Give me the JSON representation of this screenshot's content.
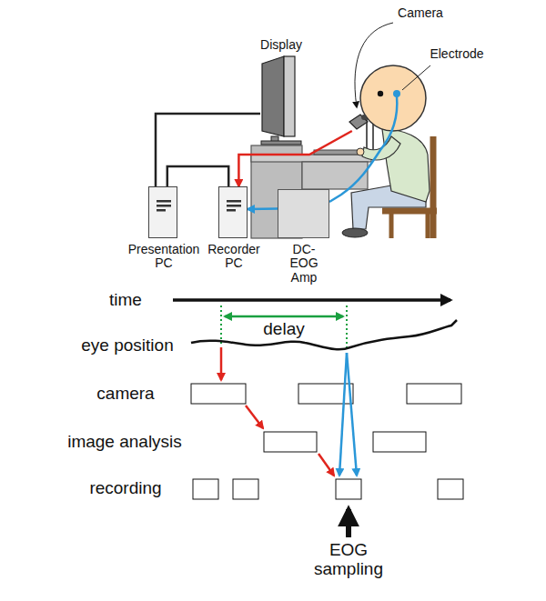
{
  "diagram": {
    "nodes": [
      {
        "text": [
          "Display"
        ]
      },
      {
        "text": [
          "Camera"
        ]
      },
      {
        "text": [
          "Presentation PC"
        ]
      },
      {
        "text": [
          "Recorder PC"
        ]
      },
      {
        "text": [
          "DC-EOG Amp"
        ]
      }
    ],
    "edges": [
      {
        "from": 2,
        "to": 0,
        "arrow": "none"
      },
      {
        "from": 2,
        "to": 3,
        "arrow": "none"
      },
      {
        "from": 1,
        "to": 3,
        "arrow": "to"
      },
      {
        "from": 4,
        "to": 3,
        "arrow": "to"
      }
    ],
    "labels": [
      "Electrode",
      "time",
      "delay",
      "eye position",
      "camera",
      "image analysis",
      "recording",
      "EOG sampling"
    ]
  }
}
